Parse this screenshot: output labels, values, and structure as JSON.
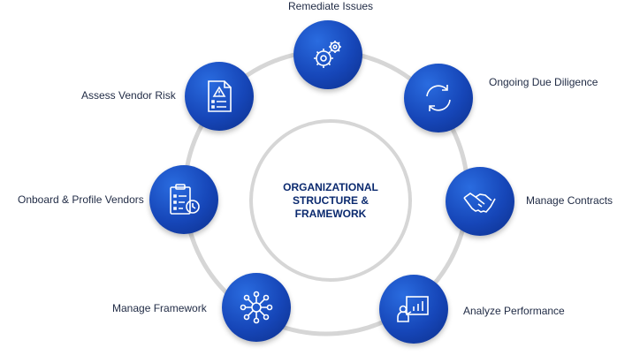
{
  "center": {
    "lines": [
      "ORGANIZATIONAL",
      "STRUCTURE &",
      "FRAMEWORK"
    ]
  },
  "steps": [
    {
      "label": "Remediate Issues",
      "icon": "gears-icon"
    },
    {
      "label": "Ongoing Due Diligence",
      "icon": "refresh-cycle-icon"
    },
    {
      "label": "Manage Contracts",
      "icon": "handshake-icon"
    },
    {
      "label": "Analyze Performance",
      "icon": "presentation-chart-icon"
    },
    {
      "label": "Manage Framework",
      "icon": "network-hub-icon"
    },
    {
      "label": "Onboard & Profile Vendors",
      "icon": "clipboard-clock-icon"
    },
    {
      "label": "Assess Vendor Risk",
      "icon": "warning-document-icon"
    }
  ],
  "colors": {
    "node": "#1646b8",
    "ring": "#d6d6d6",
    "center_text": "#0b2a6f",
    "label": "#1f2a44"
  }
}
